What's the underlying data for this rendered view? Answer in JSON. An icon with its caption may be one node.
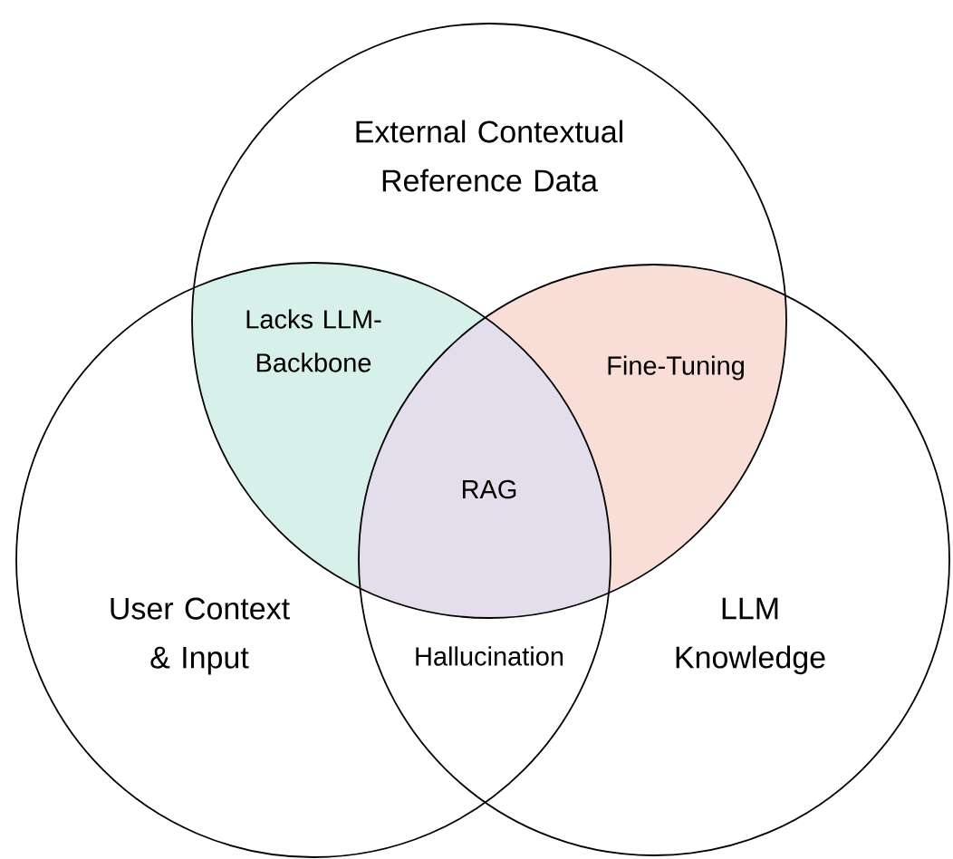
{
  "diagram": {
    "nodes": [
      {
        "text": [
          "External Contextual Reference Data"
        ]
      },
      {
        "text": [
          "User Context & Input"
        ]
      },
      {
        "text": [
          "LLM Knowledge"
        ]
      }
    ],
    "labels": [
      "Lacks LLM-Backbone",
      "Fine-Tuning",
      "RAG",
      "Hallucination"
    ]
  }
}
